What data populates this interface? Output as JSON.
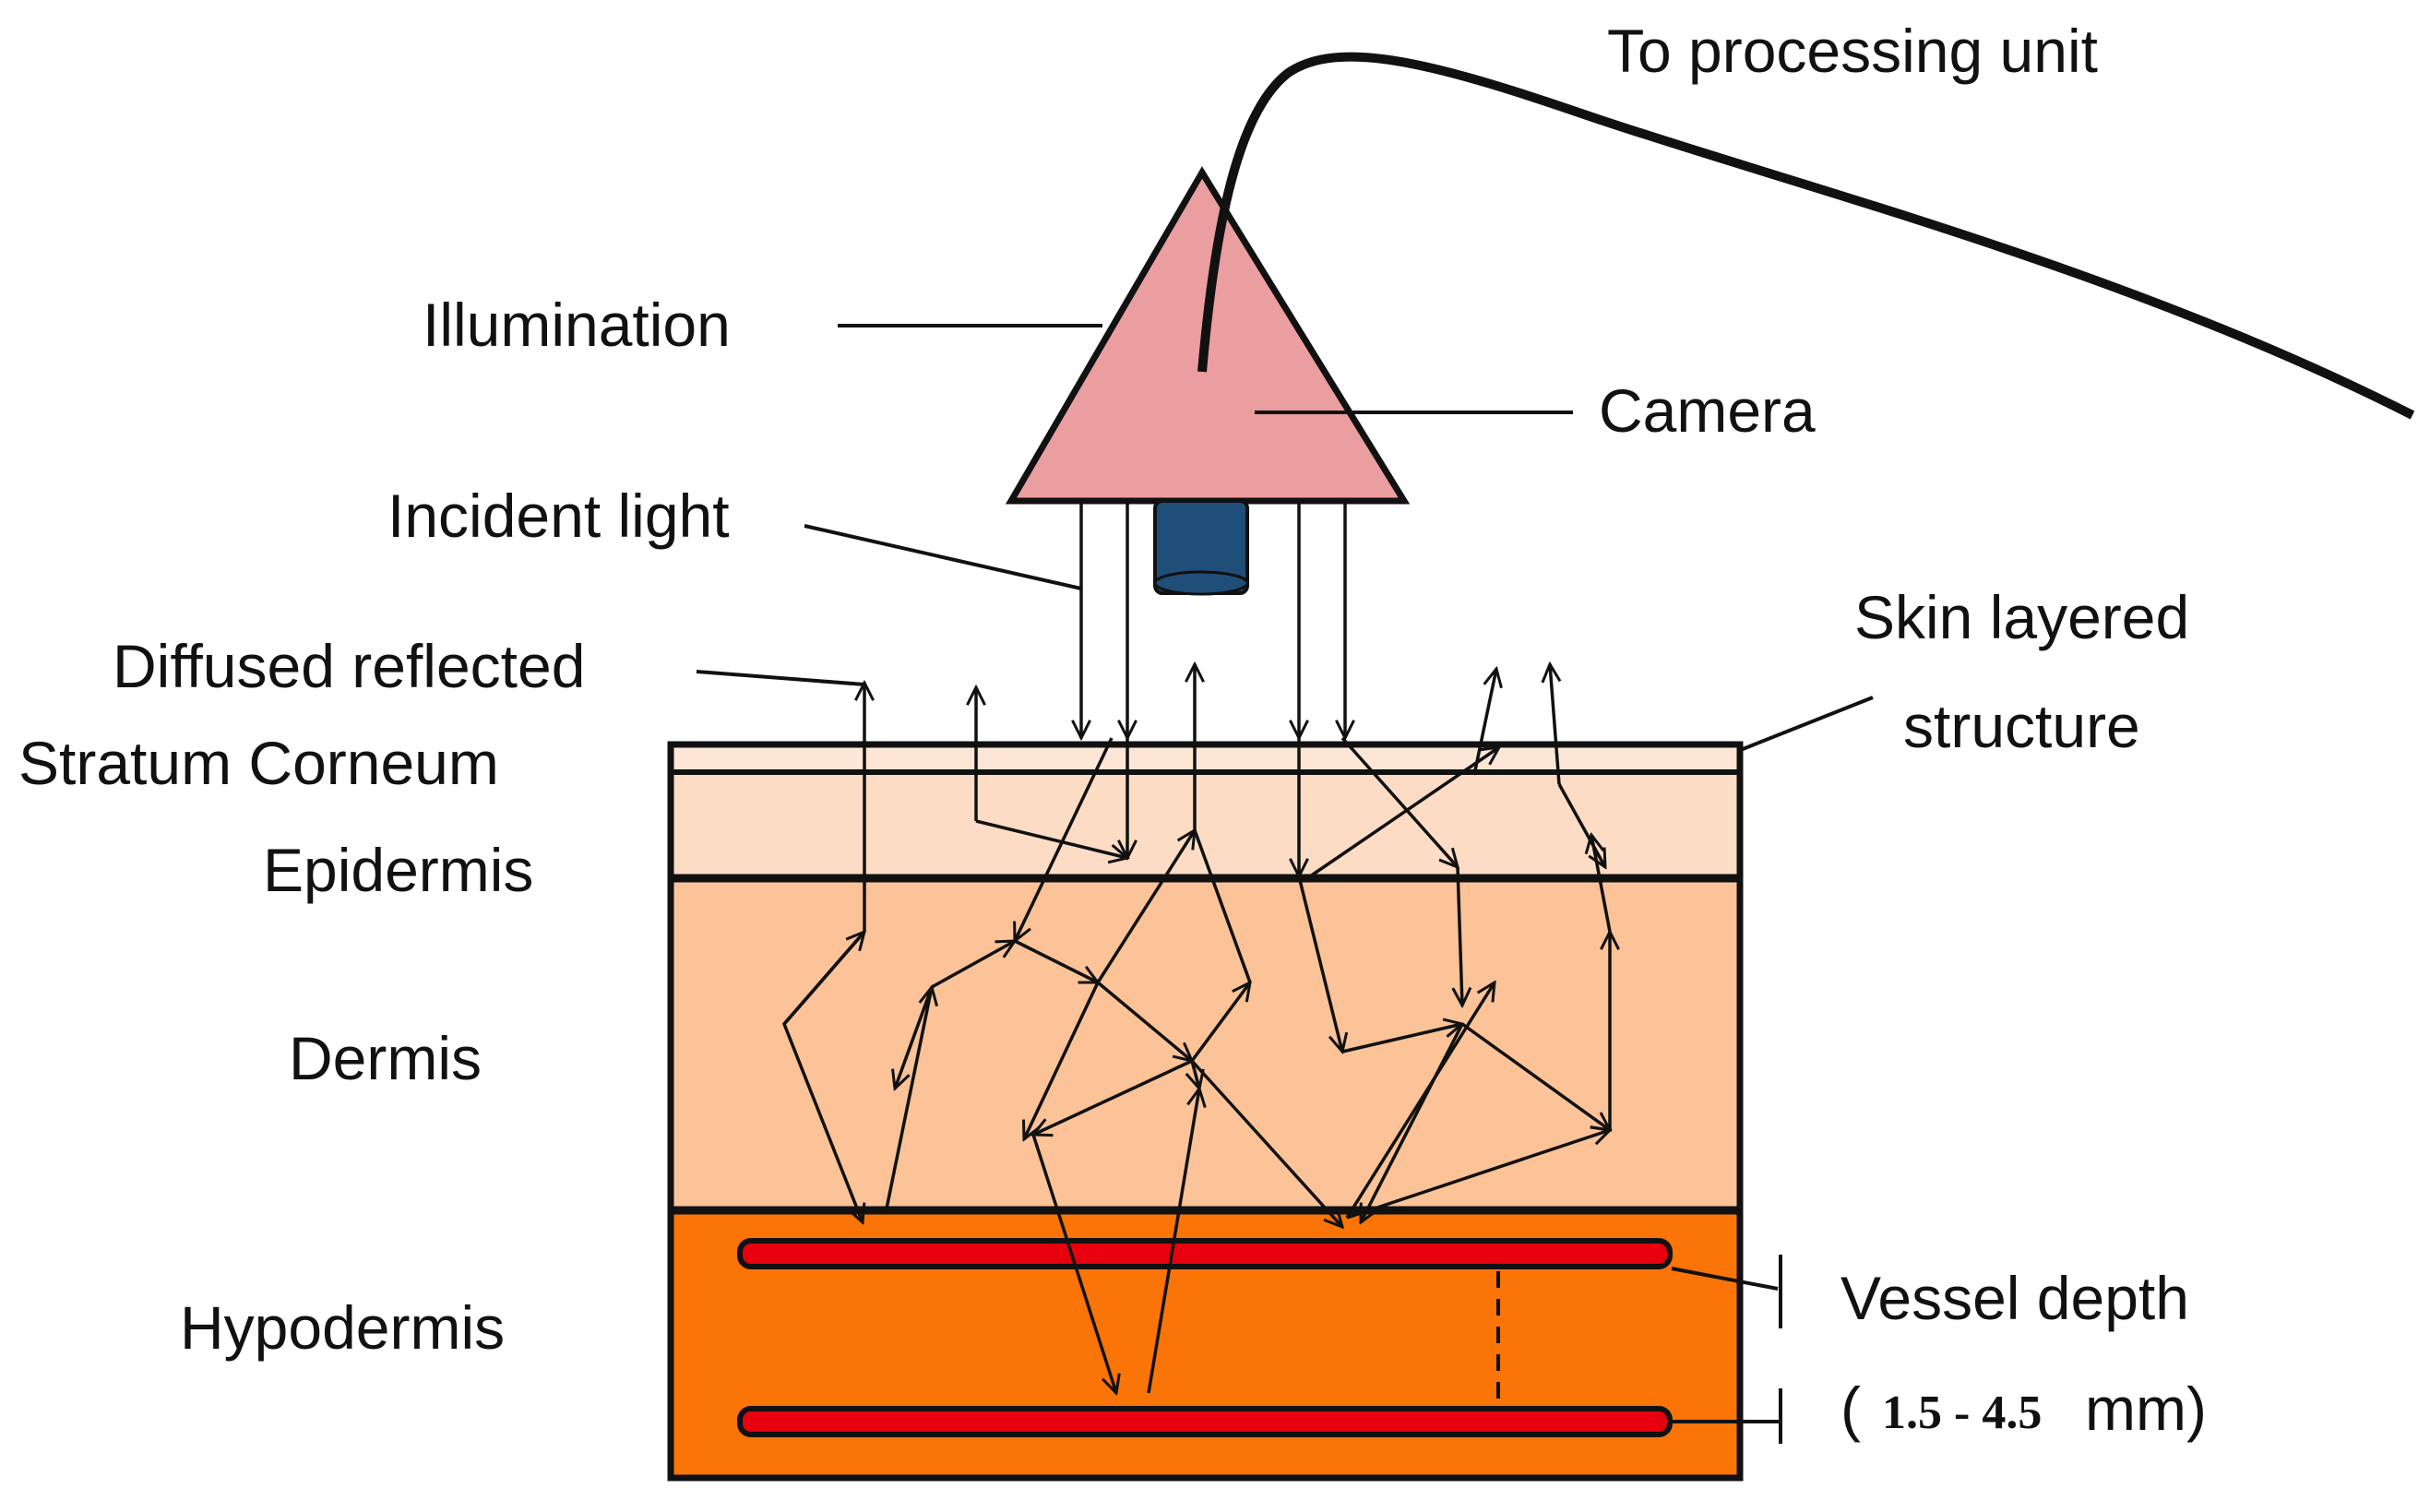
{
  "labels": {
    "to_processing": "To processing unit",
    "illumination": "Illumination",
    "camera": "Camera",
    "incident_light": "Incident light",
    "diffused_reflected": "Diffused reflected",
    "stratum_corneum": "Stratum Corneum",
    "epidermis": "Epidermis",
    "dermis": "Dermis",
    "hypodermis": "Hypodermis",
    "skin_layered_line1": "Skin layered",
    "skin_layered_line2": "structure",
    "vessel_depth": "Vessel depth",
    "depth_open": "(",
    "depth_range": "1.5 - 4.5",
    "depth_unit": "mm)"
  },
  "colors": {
    "stratum_corneum": "#fde6d6",
    "epidermis": "#fcdcc4",
    "dermis": "#fbc397",
    "hypodermis": "#fa7407",
    "camera_body": "#eb9ea0",
    "lens": "#1f4e79",
    "vessel": "#e8000e",
    "outline": "#111111"
  },
  "icons": {
    "camera": "triangle-camera-icon",
    "lens": "lens-icon",
    "cable": "cable-icon"
  }
}
